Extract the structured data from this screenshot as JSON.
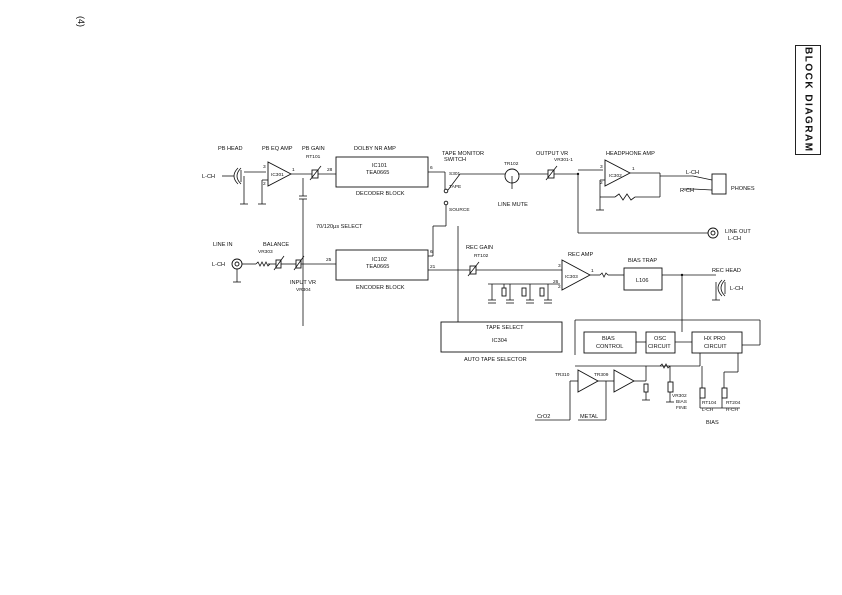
{
  "page": {
    "number": "(4)",
    "title": "BLOCK DIAGRAM"
  },
  "labels": {
    "pb_head": "PB HEAD",
    "pb_eq_amp": "PB EQ AMP",
    "pb_gain": "PB GAIN",
    "rt101": "RT101",
    "dolby_nr_amp": "DOLBY NR AMP",
    "tape_monitor_switch_1": "TAPE MONITOR",
    "tape_monitor_switch_2": "SWITCH",
    "output_vr": "OUTPUT VR",
    "vr301_1": "VR301-1",
    "headphone_amp": "HEADPHONE AMP",
    "lch_1": "L-CH",
    "ic301": "IC301",
    "ic101": "IC101",
    "tea0665_1": "TEA0665",
    "decoder_block": "DECODER BLOCK",
    "s301": "S301",
    "tape": "TAPE",
    "source": "SOURCE",
    "tr102": "TR102",
    "line_mute": "LINE MUTE",
    "ic302": "IC302",
    "lch_out": "L-CH",
    "rch_out": "R-CH",
    "phones": "PHONES",
    "line_out_1": "LINE OUT",
    "line_out_2": "L-CH",
    "tc_select": "70/120μs SELECT",
    "line_in": "LINE IN",
    "balance": "BALANCE",
    "vr303": "VR303",
    "lch_in": "L-CH",
    "input_vr": "INPUT VR",
    "vr304": "VR304",
    "ic102": "IC102",
    "tea0665_2": "TEA0665",
    "encoder_block": "ENCODER BLOCK",
    "rec_gain": "REC GAIN",
    "rt102": "RT102",
    "rec_amp": "REC AMP",
    "ic303": "IC303",
    "bias_trap": "BIAS TRAP",
    "l106": "L106",
    "rec_head": "REC HEAD",
    "lch_rec": "L-CH",
    "tape_select": "TAPE SELECT",
    "ic304": "IC304",
    "auto_tape_selector": "AUTO TAPE SELECTOR",
    "bias_control_1": "BIAS",
    "bias_control_2": "CONTROL",
    "osc_1": "OSC",
    "osc_2": "CIRCUIT",
    "hxpro_1": "HX PRO",
    "hxpro_2": "CIRCUIT",
    "tr310": "TR310",
    "tr309": "TR309",
    "vr302": "VR302",
    "bias_fine_1": "BIAS",
    "bias_fine_2": "FINE",
    "rt104": "RT104",
    "rt104_ch": "L-CH",
    "rt204": "RT204",
    "rt204_ch": "R-CH",
    "bias": "BIAS",
    "cro2": "CrO2",
    "metal": "METAL",
    "p3a": "3",
    "p2a": "2",
    "p1a": "1",
    "p28a": "28",
    "p6a": "6",
    "p3b": "3",
    "p2b": "2",
    "p1b": "1",
    "p25": "25",
    "p6b": "6",
    "p21": "21",
    "p3c": "3",
    "p2c": "2",
    "p1c": "1",
    "p26": "26"
  }
}
